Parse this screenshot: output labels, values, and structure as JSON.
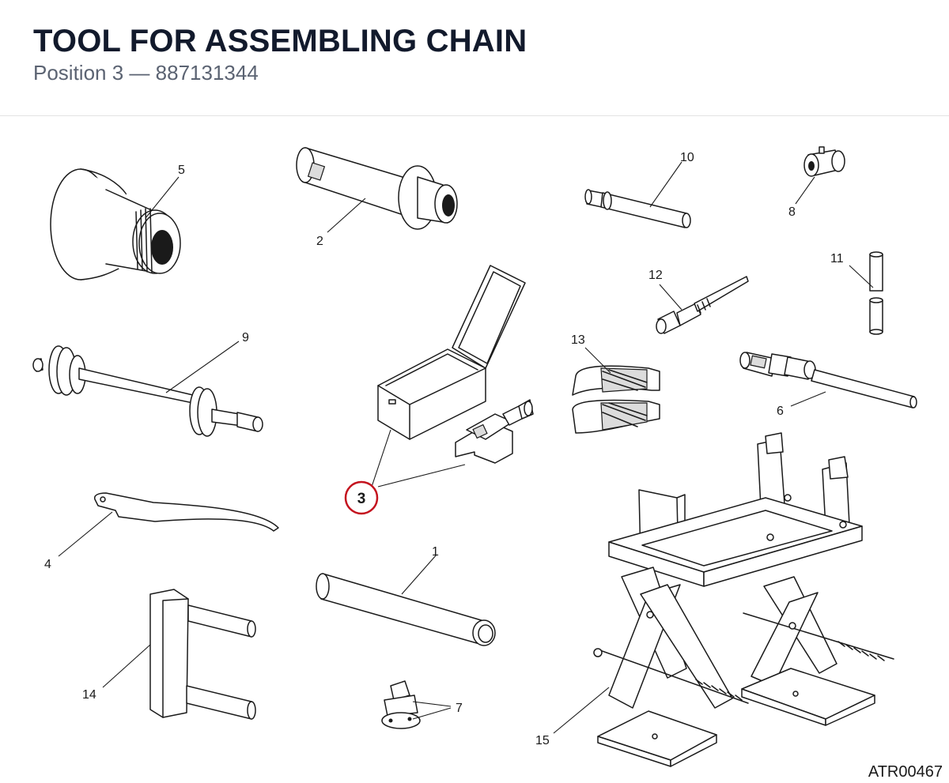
{
  "header": {
    "title": "TOOL FOR ASSEMBLING CHAIN",
    "position_label": "Position 3",
    "separator": "—",
    "part_number": "887131344"
  },
  "diagram": {
    "reference_code": "ATR00467",
    "highlighted_callout": "3",
    "highlight_color": "#c4131f",
    "callouts": {
      "c1": "1",
      "c2": "2",
      "c4": "4",
      "c5": "5",
      "c6": "6",
      "c7": "7",
      "c8": "8",
      "c9": "9",
      "c10": "10",
      "c11": "11",
      "c12": "12",
      "c13": "13",
      "c14": "14",
      "c15": "15"
    }
  }
}
